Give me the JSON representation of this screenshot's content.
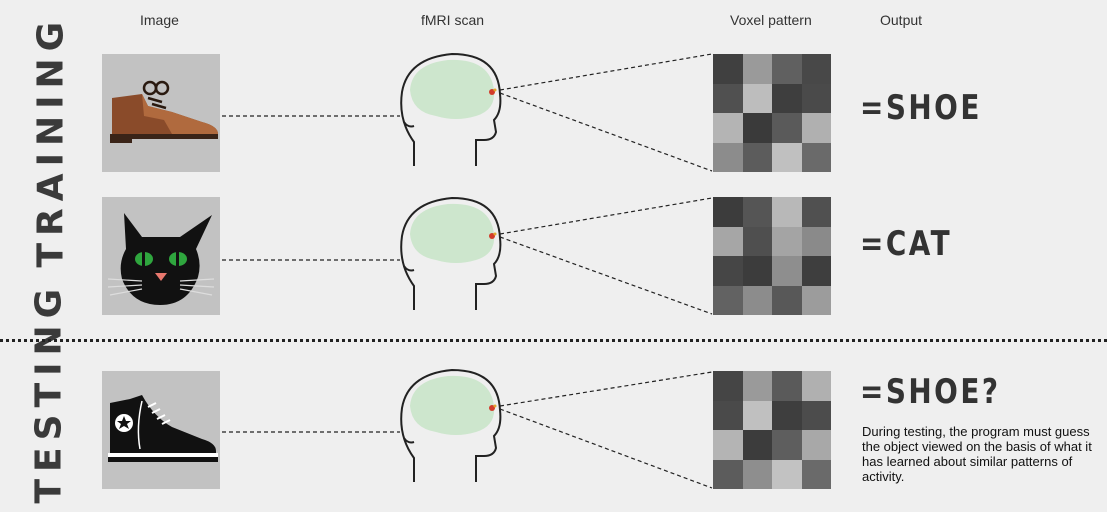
{
  "headers": {
    "image": "Image",
    "scan": "fMRI scan",
    "voxel": "Voxel pattern",
    "output": "Output"
  },
  "sections": {
    "training": "TRAINING",
    "testing": "TESTING"
  },
  "rows": [
    {
      "object": "shoe-icon",
      "output": "=SHOE",
      "voxel": [
        "#404040",
        "#9a9a9a",
        "#606060",
        "#484848",
        "#505050",
        "#bdbdbd",
        "#3e3e3e",
        "#4a4a4a",
        "#b4b4b4",
        "#3a3a3a",
        "#5a5a5a",
        "#b0b0b0",
        "#8c8c8c",
        "#5c5c5c",
        "#c0c0c0",
        "#6a6a6a"
      ]
    },
    {
      "object": "cat-icon",
      "output": "=CAT",
      "voxel": [
        "#3c3c3c",
        "#555555",
        "#b8b8b8",
        "#505050",
        "#a6a6a6",
        "#4f4f4f",
        "#a4a4a4",
        "#8a8a8a",
        "#464646",
        "#3c3c3c",
        "#8e8e8e",
        "#3e3e3e",
        "#626262",
        "#8c8c8c",
        "#585858",
        "#9c9c9c"
      ]
    },
    {
      "object": "sneaker-icon",
      "output": "=SHOE?",
      "voxel": [
        "#454545",
        "#9a9a9a",
        "#5a5a5a",
        "#b0b0b0",
        "#4a4a4a",
        "#c0c0c0",
        "#3e3e3e",
        "#4c4c4c",
        "#b4b4b4",
        "#3c3c3c",
        "#5e5e5e",
        "#a8a8a8",
        "#5c5c5c",
        "#8e8e8e",
        "#c2c2c2",
        "#6a6a6a"
      ]
    }
  ],
  "note": "During testing, the program must guess the object viewed on the basis of what it has learned about similar patterns of activity."
}
